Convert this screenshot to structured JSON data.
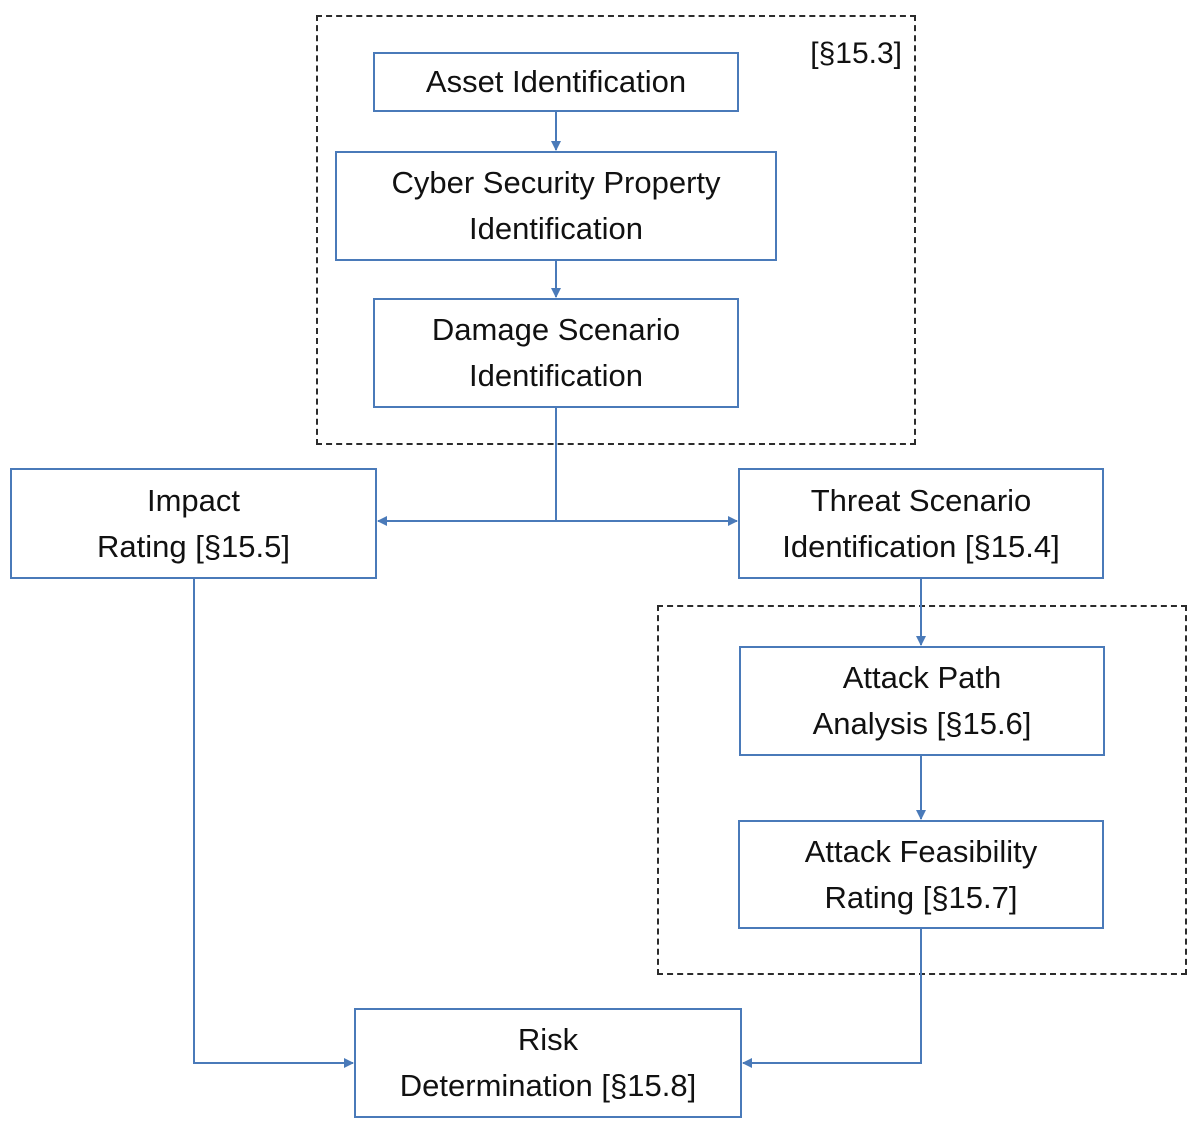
{
  "colors": {
    "box_border": "#4a7ab9",
    "connector": "#4a7ab9",
    "group_border": "#2b2b2b",
    "text": "#111111"
  },
  "groups": {
    "top": {
      "label": "[§15.3]"
    },
    "attack": {
      "label": ""
    }
  },
  "nodes": {
    "asset_identification": {
      "lines": [
        "Asset Identification"
      ]
    },
    "cyber_security_property": {
      "lines": [
        "Cyber Security Property",
        "Identification"
      ]
    },
    "damage_scenario": {
      "lines": [
        "Damage Scenario",
        "Identification"
      ]
    },
    "impact_rating": {
      "lines": [
        "Impact",
        "Rating [§15.5]"
      ]
    },
    "threat_scenario": {
      "lines": [
        "Threat Scenario",
        "Identification [§15.4]"
      ]
    },
    "attack_path": {
      "lines": [
        "Attack Path",
        "Analysis [§15.6]"
      ]
    },
    "attack_feasibility": {
      "lines": [
        "Attack Feasibility",
        "Rating [§15.7]"
      ]
    },
    "risk_determination": {
      "lines": [
        "Risk",
        "Determination [§15.8]"
      ]
    }
  },
  "edges": [
    {
      "from": "asset_identification",
      "to": "cyber_security_property"
    },
    {
      "from": "cyber_security_property",
      "to": "damage_scenario"
    },
    {
      "from": "damage_scenario",
      "to": "impact_rating"
    },
    {
      "from": "damage_scenario",
      "to": "threat_scenario"
    },
    {
      "from": "threat_scenario",
      "to": "attack_path"
    },
    {
      "from": "attack_path",
      "to": "attack_feasibility"
    },
    {
      "from": "impact_rating",
      "to": "risk_determination"
    },
    {
      "from": "attack_feasibility",
      "to": "risk_determination"
    }
  ]
}
